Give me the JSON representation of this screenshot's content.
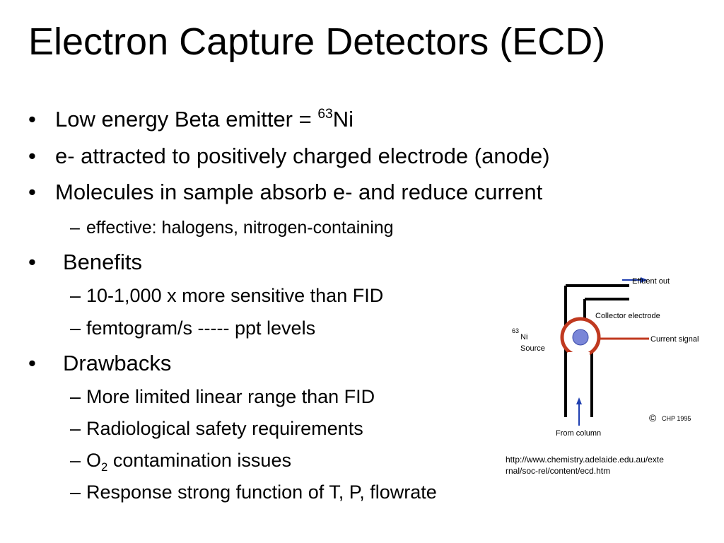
{
  "slide": {
    "title": "Electron Capture Detectors (ECD)",
    "bullets": [
      {
        "bullet": "•",
        "text": "Low energy Beta emitter = ",
        "sup": "63",
        "tail": "Ni"
      },
      {
        "bullet": "•",
        "text": "e- attracted to positively charged electrode (anode)"
      },
      {
        "bullet": "•",
        "text": "Molecules in sample absorb e- and reduce current"
      },
      {
        "dash": "–",
        "text": "effective: halogens, nitrogen-containing"
      },
      {
        "bullet": "•",
        "text": "Benefits"
      },
      {
        "dash": "–",
        "text": "10-1,000 x more sensitive than FID"
      },
      {
        "dash": "–",
        "text": "femtogram/s ----- ppt levels"
      },
      {
        "bullet": "•",
        "text": "Drawbacks"
      },
      {
        "dash": "–",
        "text": "More limited linear range than FID"
      },
      {
        "dash": "–",
        "text": "Radiological safety requirements"
      },
      {
        "dash": "–",
        "text": "O",
        "sub": "2",
        "tail": " contamination issues"
      },
      {
        "dash": "–",
        "text": "Response strong function of T, P, flowrate"
      }
    ]
  },
  "diagram": {
    "effluent_out": "Effuent out",
    "collector": "Collector electrode",
    "current_signal": "Current signal",
    "source_sup": "63",
    "source_ni": "Ni",
    "source_label": "Source",
    "from_column": "From column",
    "copyright_symbol": "©",
    "copyright_text": "CHP 1995",
    "colors": {
      "ring": "#c0391f",
      "arrow": "#1f3fb0",
      "bead": "#7a86d8",
      "line": "#000000"
    }
  },
  "citation": {
    "line1": "http://www.chemistry.adelaide.edu.au/exte",
    "line2": "rnal/soc-rel/content/ecd.htm"
  }
}
